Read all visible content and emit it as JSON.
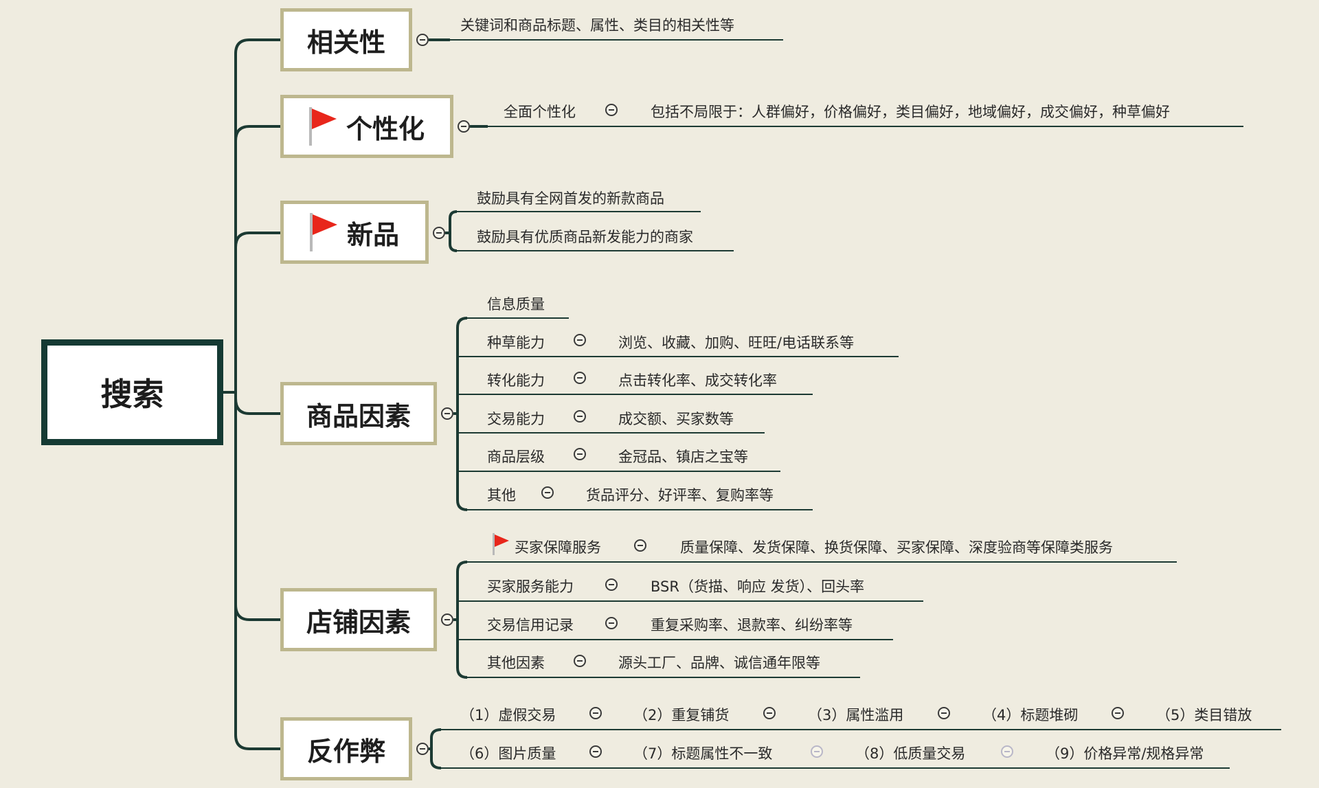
{
  "root": {
    "label": "搜索"
  },
  "relevance": {
    "label": "相关性",
    "items": [
      "关键词和商品标题、属性、类目的相关性等"
    ]
  },
  "personalization": {
    "label": "个性化",
    "flag": true,
    "items": [
      "全面个性化",
      "包括不局限于：人群偏好，价格偏好，类目偏好，地域偏好，成交偏好，种草偏好"
    ]
  },
  "new_products": {
    "label": "新品",
    "flag": true,
    "items": [
      "鼓励具有全网首发的新款商品",
      "鼓励具有优质商品新发能力的商家"
    ]
  },
  "product_factors": {
    "label": "商品因素",
    "items": [
      {
        "name": "信息质量",
        "detail": ""
      },
      {
        "name": "种草能力",
        "detail": "浏览、收藏、加购、旺旺/电话联系等"
      },
      {
        "name": "转化能力",
        "detail": "点击转化率、成交转化率"
      },
      {
        "name": "交易能力",
        "detail": "成交额、买家数等"
      },
      {
        "name": "商品层级",
        "detail": "金冠品、镇店之宝等"
      },
      {
        "name": "其他",
        "detail": "货品评分、好评率、复购率等"
      }
    ]
  },
  "store_factors": {
    "label": "店铺因素",
    "items": [
      {
        "name": "买家保障服务",
        "detail": "质量保障、发货保障、换货保障、买家保障、深度验商等保障类服务",
        "flag": true
      },
      {
        "name": "买家服务能力",
        "detail": "BSR（货描、响应 发货）、回头率"
      },
      {
        "name": "交易信用记录",
        "detail": "重复采购率、退款率、纠纷率等"
      },
      {
        "name": "其他因素",
        "detail": "源头工厂、品牌、诚信通年限等"
      }
    ]
  },
  "anti_cheat": {
    "label": "反作弊",
    "row1": [
      "（1）虚假交易",
      "（2）重复铺货",
      "（3）属性滥用",
      "（4）标题堆砌",
      "（5）类目错放"
    ],
    "row2": [
      "（6）图片质量",
      "（7）标题属性不一致",
      "（8）低质量交易",
      "（9）价格异常/规格异常"
    ]
  },
  "colors": {
    "background": "#efece0",
    "connector": "#1c3a33",
    "node_border": "#bdb78e",
    "root_border": "#153a33",
    "flag": "#e8261b"
  }
}
